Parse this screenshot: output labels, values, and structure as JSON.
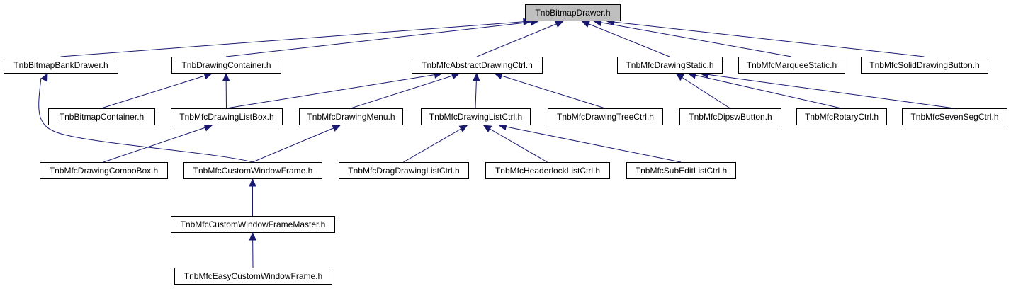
{
  "colors": {
    "edge": "#191970",
    "node_border": "#000000",
    "root_fill": "#bfbfbf",
    "node_fill": "#ffffff"
  },
  "nodes": [
    {
      "id": "n0",
      "label": "TnbBitmapDrawer.h",
      "root": true
    },
    {
      "id": "n1",
      "label": "TnbBitmapBankDrawer.h"
    },
    {
      "id": "n2",
      "label": "TnbDrawingContainer.h"
    },
    {
      "id": "n3",
      "label": "TnbMfcAbstractDrawingCtrl.h"
    },
    {
      "id": "n4",
      "label": "TnbMfcDrawingStatic.h"
    },
    {
      "id": "n5",
      "label": "TnbMfcMarqueeStatic.h"
    },
    {
      "id": "n6",
      "label": "TnbMfcSolidDrawingButton.h"
    },
    {
      "id": "n7",
      "label": "TnbBitmapContainer.h"
    },
    {
      "id": "n8",
      "label": "TnbMfcDrawingListBox.h"
    },
    {
      "id": "n9",
      "label": "TnbMfcDrawingMenu.h"
    },
    {
      "id": "n10",
      "label": "TnbMfcDrawingListCtrl.h"
    },
    {
      "id": "n11",
      "label": "TnbMfcDrawingTreeCtrl.h"
    },
    {
      "id": "n12",
      "label": "TnbMfcDipswButton.h"
    },
    {
      "id": "n13",
      "label": "TnbMfcRotaryCtrl.h"
    },
    {
      "id": "n14",
      "label": "TnbMfcSevenSegCtrl.h"
    },
    {
      "id": "n15",
      "label": "TnbMfcDrawingComboBox.h"
    },
    {
      "id": "n16",
      "label": "TnbMfcCustomWindowFrame.h"
    },
    {
      "id": "n17",
      "label": "TnbMfcDragDrawingListCtrl.h"
    },
    {
      "id": "n18",
      "label": "TnbMfcHeaderlockListCtrl.h"
    },
    {
      "id": "n19",
      "label": "TnbMfcSubEditListCtrl.h"
    },
    {
      "id": "n20",
      "label": "TnbMfcCustomWindowFrameMaster.h"
    },
    {
      "id": "n21",
      "label": "TnbMfcEasyCustomWindowFrame.h"
    }
  ],
  "edges": [
    {
      "from": "n1",
      "to": "n0"
    },
    {
      "from": "n2",
      "to": "n0"
    },
    {
      "from": "n3",
      "to": "n0"
    },
    {
      "from": "n4",
      "to": "n0"
    },
    {
      "from": "n5",
      "to": "n0"
    },
    {
      "from": "n6",
      "to": "n0"
    },
    {
      "from": "n7",
      "to": "n2"
    },
    {
      "from": "n8",
      "to": "n2"
    },
    {
      "from": "n8",
      "to": "n3"
    },
    {
      "from": "n9",
      "to": "n3"
    },
    {
      "from": "n10",
      "to": "n3"
    },
    {
      "from": "n11",
      "to": "n3"
    },
    {
      "from": "n12",
      "to": "n4"
    },
    {
      "from": "n13",
      "to": "n4"
    },
    {
      "from": "n14",
      "to": "n4"
    },
    {
      "from": "n15",
      "to": "n8"
    },
    {
      "from": "n16",
      "to": "n1"
    },
    {
      "from": "n16",
      "to": "n9"
    },
    {
      "from": "n17",
      "to": "n10"
    },
    {
      "from": "n18",
      "to": "n10"
    },
    {
      "from": "n19",
      "to": "n10"
    },
    {
      "from": "n20",
      "to": "n16"
    },
    {
      "from": "n21",
      "to": "n20"
    }
  ]
}
